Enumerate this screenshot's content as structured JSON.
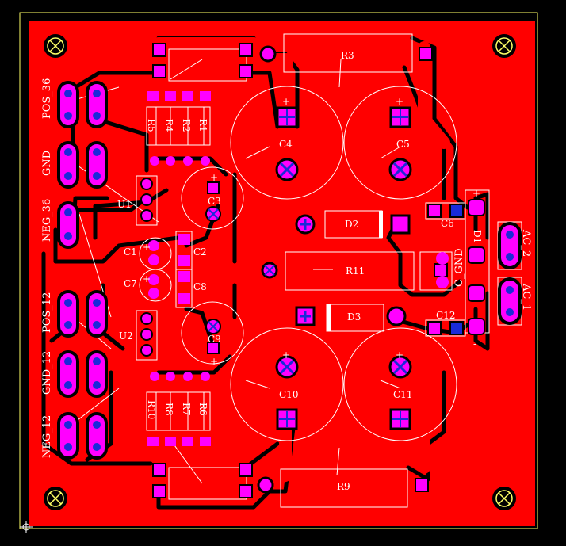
{
  "colors": {
    "background": "#000000",
    "copper": "#ff0000",
    "pad": "#ff00ff",
    "drill": "#1a2bd9",
    "silk": "#ffffff",
    "outline": "#ffff66",
    "isolation": "#000000"
  },
  "connectors": [
    {
      "label": "POS_36"
    },
    {
      "label": "GND"
    },
    {
      "label": "NEG_36"
    },
    {
      "label": "POS_12"
    },
    {
      "label": "GND_12"
    },
    {
      "label": "NEG_12"
    },
    {
      "label": "C_GND"
    },
    {
      "label": "AC_2"
    },
    {
      "label": "AC_1"
    }
  ],
  "resistors": [
    {
      "label": "R3"
    },
    {
      "label": "R11"
    },
    {
      "label": "R9"
    },
    {
      "label": "R5"
    },
    {
      "label": "R4"
    },
    {
      "label": "R2"
    },
    {
      "label": "R1"
    },
    {
      "label": "R10"
    },
    {
      "label": "R8"
    },
    {
      "label": "R7"
    },
    {
      "label": "R6"
    }
  ],
  "capacitors": [
    {
      "label": "C4"
    },
    {
      "label": "C5"
    },
    {
      "label": "C3"
    },
    {
      "label": "C6"
    },
    {
      "label": "C1"
    },
    {
      "label": "C2"
    },
    {
      "label": "C7"
    },
    {
      "label": "C8"
    },
    {
      "label": "C9"
    },
    {
      "label": "C12"
    },
    {
      "label": "C10"
    },
    {
      "label": "C11"
    }
  ],
  "diodes": [
    {
      "label": "D2"
    },
    {
      "label": "D3"
    },
    {
      "label": "D1"
    }
  ],
  "regulators": [
    {
      "label": "U1"
    },
    {
      "label": "U2"
    }
  ],
  "polarity": {
    "plus": "+",
    "minus": "-"
  }
}
